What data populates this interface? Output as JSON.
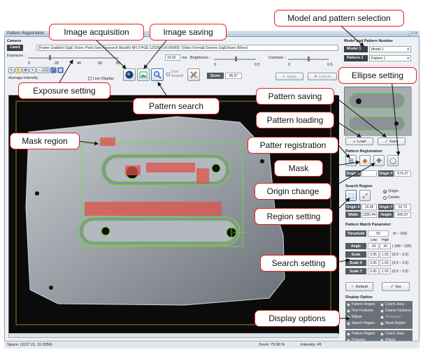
{
  "window": {
    "title": "Pattern Registration",
    "controls": "_ □ ×"
  },
  "camera": {
    "section_label": "Camera",
    "tab": "Cam1",
    "info": "[Frame Grabber] GigE Vision: Point Grey Research Blackfly BFLY-PGE-13S2M (14143969);   [Video Format] Generic GigEVision (Mono)",
    "exposure_label": "Exposure :",
    "exposure_ticks": [
      "0",
      "20",
      "40",
      "60",
      "80"
    ],
    "exposure_value": "16.66",
    "exposure_unit": "ms",
    "brightness_label": "Brightness :",
    "brightness_ticks": [
      "0",
      "0.5"
    ],
    "contrast_label": "Contrast :",
    "contrast_ticks": [
      "0",
      "0.5"
    ],
    "avg_intensity_label": "Average Intensity",
    "live_display_label": "Live Display",
    "live_search_label": "Live Search",
    "score_label": "Score",
    "score_value": "96.97",
    "apply_label": "Apply",
    "cancel_label": "Cancel"
  },
  "model_pattern": {
    "section_label": "Model and Pattern Number",
    "model_tab": "Model 1",
    "model_value": "Model 1",
    "pattern_tab": "Pattern 1",
    "pattern_value": "Pattern 1",
    "load_label": "Load",
    "save_label": "Save"
  },
  "registration": {
    "section_label": "Pattern Registration",
    "origin_x_label": "Origin X",
    "origin_x_value": "",
    "origin_y_label": "Origin Y",
    "origin_y_value": "574.27"
  },
  "search_region": {
    "section_label": "Search Region",
    "origin_radio": "Origin",
    "center_radio": "Center",
    "origin_x_label": "Origin X",
    "origin_x_value": "15.08",
    "origin_y_label": "Origin Y",
    "origin_y_value": "52.76",
    "width_label": "Width",
    "width_value": "1200.44",
    "height_label": "Height",
    "height_value": "842.87"
  },
  "match_param": {
    "section_label": "Pattern Match Parameter",
    "threshold_label": "Threshold",
    "threshold_value": "50",
    "threshold_range": "(0 ~ 100)",
    "low_header": "Low",
    "high_header": "High",
    "rows": [
      {
        "label": "Angle",
        "low": "-30",
        "high": "30",
        "range": "(-180 ~ 180)"
      },
      {
        "label": "Scale",
        "low": "0.95",
        "high": "1.05",
        "range": "(0.5 ~ 2.0)"
      },
      {
        "label": "Scale X",
        "low": "0.95",
        "high": "1.05",
        "range": "(0.5 ~ 2.0)"
      },
      {
        "label": "Scale Y",
        "low": "0.95",
        "high": "1.05",
        "range": "(0.5 ~ 2.0)"
      }
    ],
    "default_label": "Default",
    "set_label": "Set"
  },
  "display_option": {
    "section_label": "Display Option",
    "items": [
      {
        "label": "Pattern Region",
        "checked": true
      },
      {
        "label": "Coord. Axes",
        "checked": true
      },
      {
        "label": "Fine Features",
        "checked": true
      },
      {
        "label": "Coarse Features",
        "checked": true
      },
      {
        "label": "Ellipse",
        "checked": true
      },
      {
        "label": "Rectangle",
        "checked": false
      },
      {
        "label": "Search Region",
        "checked": true
      },
      {
        "label": "Mask Region",
        "checked": true
      }
    ],
    "items2": [
      {
        "label": "Pattern Region",
        "checked": true
      },
      {
        "label": "Coord. Axes",
        "checked": true
      },
      {
        "label": "Features",
        "checked": true
      },
      {
        "label": "Ellipse",
        "checked": true
      }
    ]
  },
  "status": {
    "space": "Space: (1137.21, 16.3356)",
    "zoom": "Zoom: 79.58 %",
    "intensity": "Intensity: 45"
  },
  "callouts": {
    "image_acquisition": "Image acquisition",
    "image_saving": "Image saving",
    "model_pattern_selection": "Model and pattern selection",
    "ellipse_setting": "Ellipse setting",
    "exposure_setting": "Exposure setting",
    "pattern_search": "Pattern search",
    "pattern_saving": "Pattern saving",
    "pattern_loading": "Pattern loading",
    "mask_region": "Mask region",
    "patter_registration": "Patter registration",
    "mask": "Mask",
    "origin_change": "Origin change",
    "region_setting": "Region setting",
    "search_setting": "Search setting",
    "display_options": "Display options"
  },
  "colors": {
    "callout_border": "#e02020",
    "pattern_green": "#6adf3a",
    "mask_red": "#e0504a",
    "dark_cell": "#555b63"
  }
}
